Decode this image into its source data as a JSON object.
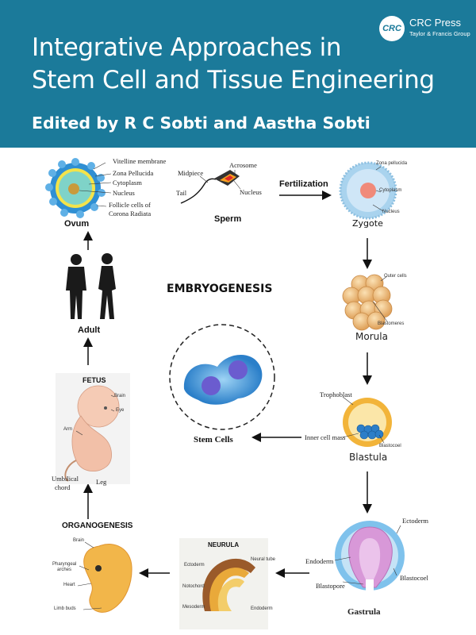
{
  "publisher": {
    "logo_text": "CRC",
    "name": "CRC Press",
    "subtitle": "Taylor & Francis Group"
  },
  "book": {
    "title_line1": "Integrative Approaches in",
    "title_line2": "Stem Cell and Tissue Engineering",
    "editors": "Edited by R C Sobti and Aastha Sobti"
  },
  "diagram": {
    "center_title": "EMBRYOGENESIS",
    "ovum": {
      "title": "Ovum",
      "labels": [
        "Vitelline membrane",
        "Zona Pellucida",
        "Cytoplasm",
        "Nucleus",
        "Follicle cells of",
        "Corona Radiata"
      ]
    },
    "sperm": {
      "title": "Sperm",
      "labels": {
        "acrosome": "Acrosome",
        "midpiece": "Midpiece",
        "tail": "Tail",
        "nucleus": "Nucleus"
      }
    },
    "fertilization": "Fertilization",
    "zygote": {
      "title": "Zygote",
      "labels": {
        "zona": "Zona pellucida",
        "cytoplasm": "Cytoplasm",
        "nucleus": "Nucleus"
      }
    },
    "morula": {
      "title": "Morula",
      "labels": {
        "outer": "Outer cells",
        "blastomeres": "Blastomeres"
      }
    },
    "blastula": {
      "title": "Blastula",
      "labels": {
        "trophoblast": "Trophoblast",
        "inner": "Inner cell mass",
        "blastocoel": "Blastocoel"
      }
    },
    "gastrula": {
      "title": "Gastrula",
      "labels": {
        "ectoderm": "Ectoderm",
        "endoderm": "Endoderm",
        "blastopore": "Blastopore",
        "blastocoel": "Blastocoel"
      }
    },
    "neurula": {
      "title": "NEURULA",
      "labels": {
        "ectoderm": "Ectoderm",
        "neural_tube": "Neural tube",
        "notochord": "Notochord",
        "mesoderm": "Mesoderm",
        "endoderm": "Endoderm"
      }
    },
    "organogenesis": {
      "title": "ORGANOGENESIS",
      "labels": {
        "brain": "Brain",
        "pharyngeal1": "Pharyngeal",
        "pharyngeal2": "arches",
        "heart": "Heart",
        "limb": "Limb buds"
      }
    },
    "fetus": {
      "title": "FETUS",
      "labels": {
        "brain": "Brain",
        "eye": "Eye",
        "arm": "Arm",
        "umbilical1": "Umbilical",
        "umbilical2": "chord",
        "leg": "Leg"
      }
    },
    "adult": {
      "title": "Adult"
    },
    "stem_cells": {
      "title": "Stem Cells"
    }
  }
}
